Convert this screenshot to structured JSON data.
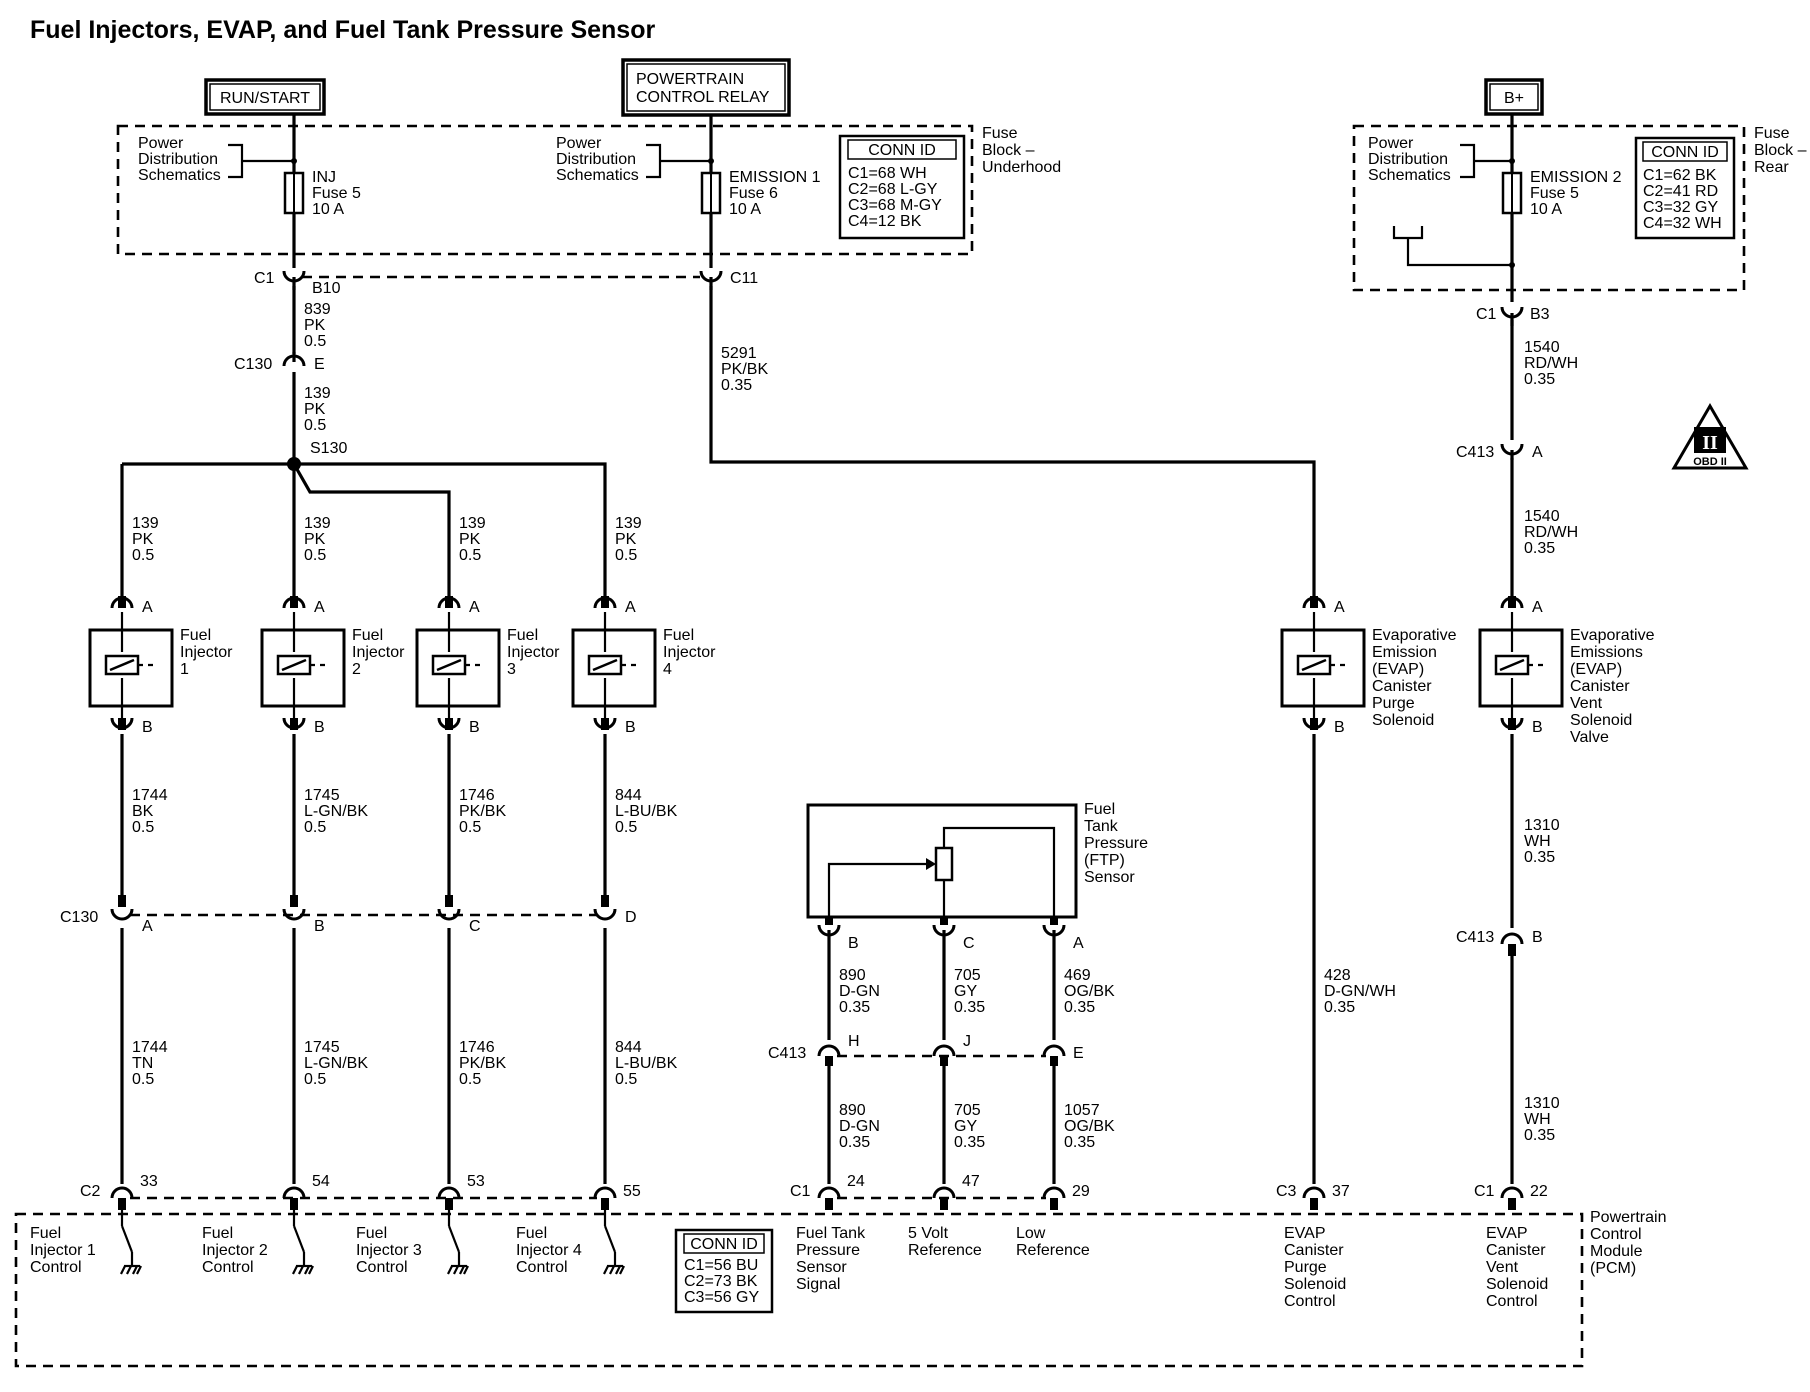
{
  "title": "Fuel Injectors, EVAP, and Fuel Tank Pressure Sensor",
  "sources": {
    "run_start": "RUN/START",
    "pcr_line1": "POWERTRAIN",
    "pcr_line2": "CONTROL RELAY",
    "bplus": "B+"
  },
  "pds": [
    "Power",
    "Distribution",
    "Schematics"
  ],
  "fuses": {
    "inj": [
      "INJ",
      "Fuse 5",
      "10 A"
    ],
    "emission1": [
      "EMISSION 1",
      "Fuse 6",
      "10 A"
    ],
    "emission2": [
      "EMISSION 2",
      "Fuse 5",
      "10 A"
    ]
  },
  "fuse_block_underhood": [
    "Fuse",
    "Block –",
    "Underhood"
  ],
  "fuse_block_rear": [
    "Fuse",
    "Block –",
    "Rear"
  ],
  "conn_id_title": "CONN ID",
  "conn_id_underhood": [
    "C1=68 WH",
    "C2=68 L-GY",
    "C3=68 M-GY",
    "C4=12 BK"
  ],
  "conn_id_rear": [
    "C1=62 BK",
    "C2=41 RD",
    "C3=32 GY",
    "C4=32 WH"
  ],
  "conn_id_pcm": [
    "C1=56 BU",
    "C2=73 BK",
    "C3=56 GY"
  ],
  "labels": {
    "c1": "C1",
    "b10": "B10",
    "c11": "C11",
    "c130": "C130",
    "e": "E",
    "s130": "S130",
    "b3": "B3",
    "c413": "C413",
    "a": "A",
    "b": "B",
    "c": "C",
    "d": "D",
    "h": "H",
    "j": "J",
    "c2": "C2",
    "c3": "C3",
    "p33": "33",
    "p54": "54",
    "p53": "53",
    "p55": "55",
    "p24": "24",
    "p47": "47",
    "p29": "29",
    "p37": "37",
    "p22": "22"
  },
  "wires": {
    "w839": [
      "839",
      "PK",
      "0.5"
    ],
    "w139": [
      "139",
      "PK",
      "0.5"
    ],
    "w5291": [
      "5291",
      "PK/BK",
      "0.35"
    ],
    "w1540": [
      "1540",
      "RD/WH",
      "0.35"
    ],
    "w1744a": [
      "1744",
      "BK",
      "0.5"
    ],
    "w1745": [
      "1745",
      "L-GN/BK",
      "0.5"
    ],
    "w1746": [
      "1746",
      "PK/BK",
      "0.5"
    ],
    "w844": [
      "844",
      "L-BU/BK",
      "0.5"
    ],
    "w1744b": [
      "1744",
      "TN",
      "0.5"
    ],
    "w1310": [
      "1310",
      "WH",
      "0.35"
    ],
    "w890": [
      "890",
      "D-GN",
      "0.35"
    ],
    "w705": [
      "705",
      "GY",
      "0.35"
    ],
    "w469": [
      "469",
      "OG/BK",
      "0.35"
    ],
    "w1057": [
      "1057",
      "OG/BK",
      "0.35"
    ],
    "w428": [
      "428",
      "D-GN/WH",
      "0.35"
    ]
  },
  "components": {
    "inj1": [
      "Fuel",
      "Injector",
      "1"
    ],
    "inj2": [
      "Fuel",
      "Injector",
      "2"
    ],
    "inj3": [
      "Fuel",
      "Injector",
      "3"
    ],
    "inj4": [
      "Fuel",
      "Injector",
      "4"
    ],
    "purge": [
      "Evaporative",
      "Emission",
      "(EVAP)",
      "Canister",
      "Purge",
      "Solenoid"
    ],
    "vent": [
      "Evaporative",
      "Emissions",
      "(EVAP)",
      "Canister",
      "Vent",
      "Solenoid",
      "Valve"
    ],
    "ftp": [
      "Fuel",
      "Tank",
      "Pressure",
      "(FTP)",
      "Sensor"
    ]
  },
  "pcm": {
    "name": [
      "Powertrain",
      "Control",
      "Module",
      "(PCM)"
    ],
    "inj1": [
      "Fuel",
      "Injector 1",
      "Control"
    ],
    "inj2": [
      "Fuel",
      "Injector 2",
      "Control"
    ],
    "inj3": [
      "Fuel",
      "Injector 3",
      "Control"
    ],
    "inj4": [
      "Fuel",
      "Injector 4",
      "Control"
    ],
    "ftp_signal": [
      "Fuel Tank",
      "Pressure",
      "Sensor",
      "Signal"
    ],
    "ref5v": [
      "5 Volt",
      "Reference"
    ],
    "lowref": [
      "Low",
      "Reference"
    ],
    "purge": [
      "EVAP",
      "Canister",
      "Purge",
      "Solenoid",
      "Control"
    ],
    "vent": [
      "EVAP",
      "Canister",
      "Vent",
      "Solenoid",
      "Control"
    ]
  },
  "obd_badge": [
    "II",
    "OBD II"
  ]
}
